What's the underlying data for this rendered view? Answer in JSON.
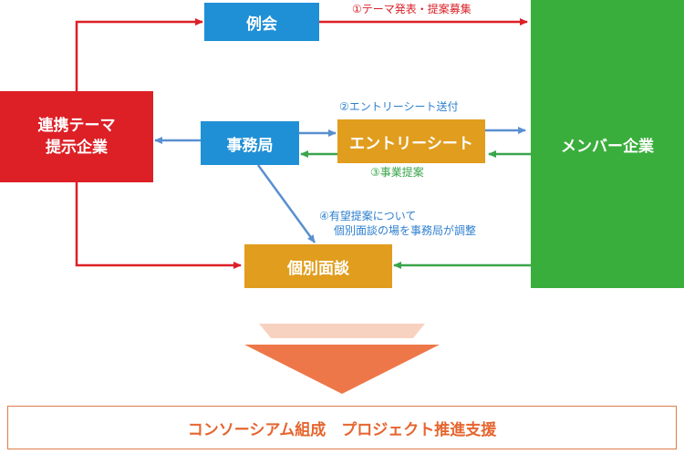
{
  "nodes": {
    "reikai": "例会",
    "theme_company": [
      "連携テーマ",
      "提示企業"
    ],
    "jimukyoku": "事務局",
    "entry_sheet": "エントリーシート",
    "member": "メンバー企業",
    "interview": "個別面談"
  },
  "labels": {
    "step1": "①テーマ発表・提案募集",
    "step2": "②エントリーシート送付",
    "step3": "③事業提案",
    "step4": [
      "④有望提案について",
      "個別面談の場を事務局が調整"
    ]
  },
  "result": "コンソーシアム組成　プロジェクト推進支援",
  "colors": {
    "red": "#dd1f26",
    "blue": "#2090d6",
    "green": "#3aae3c",
    "gold": "#e09d1e",
    "arrow_blue": "#5a8fd0",
    "arrow_green": "#3aa54a",
    "orange": "#ee7749",
    "orange_light": "#f8d2c0",
    "label_red": "#d92128",
    "label_blue": "#2d7fcf",
    "label_green": "#3aa54a",
    "result_text": "#e5652f"
  }
}
